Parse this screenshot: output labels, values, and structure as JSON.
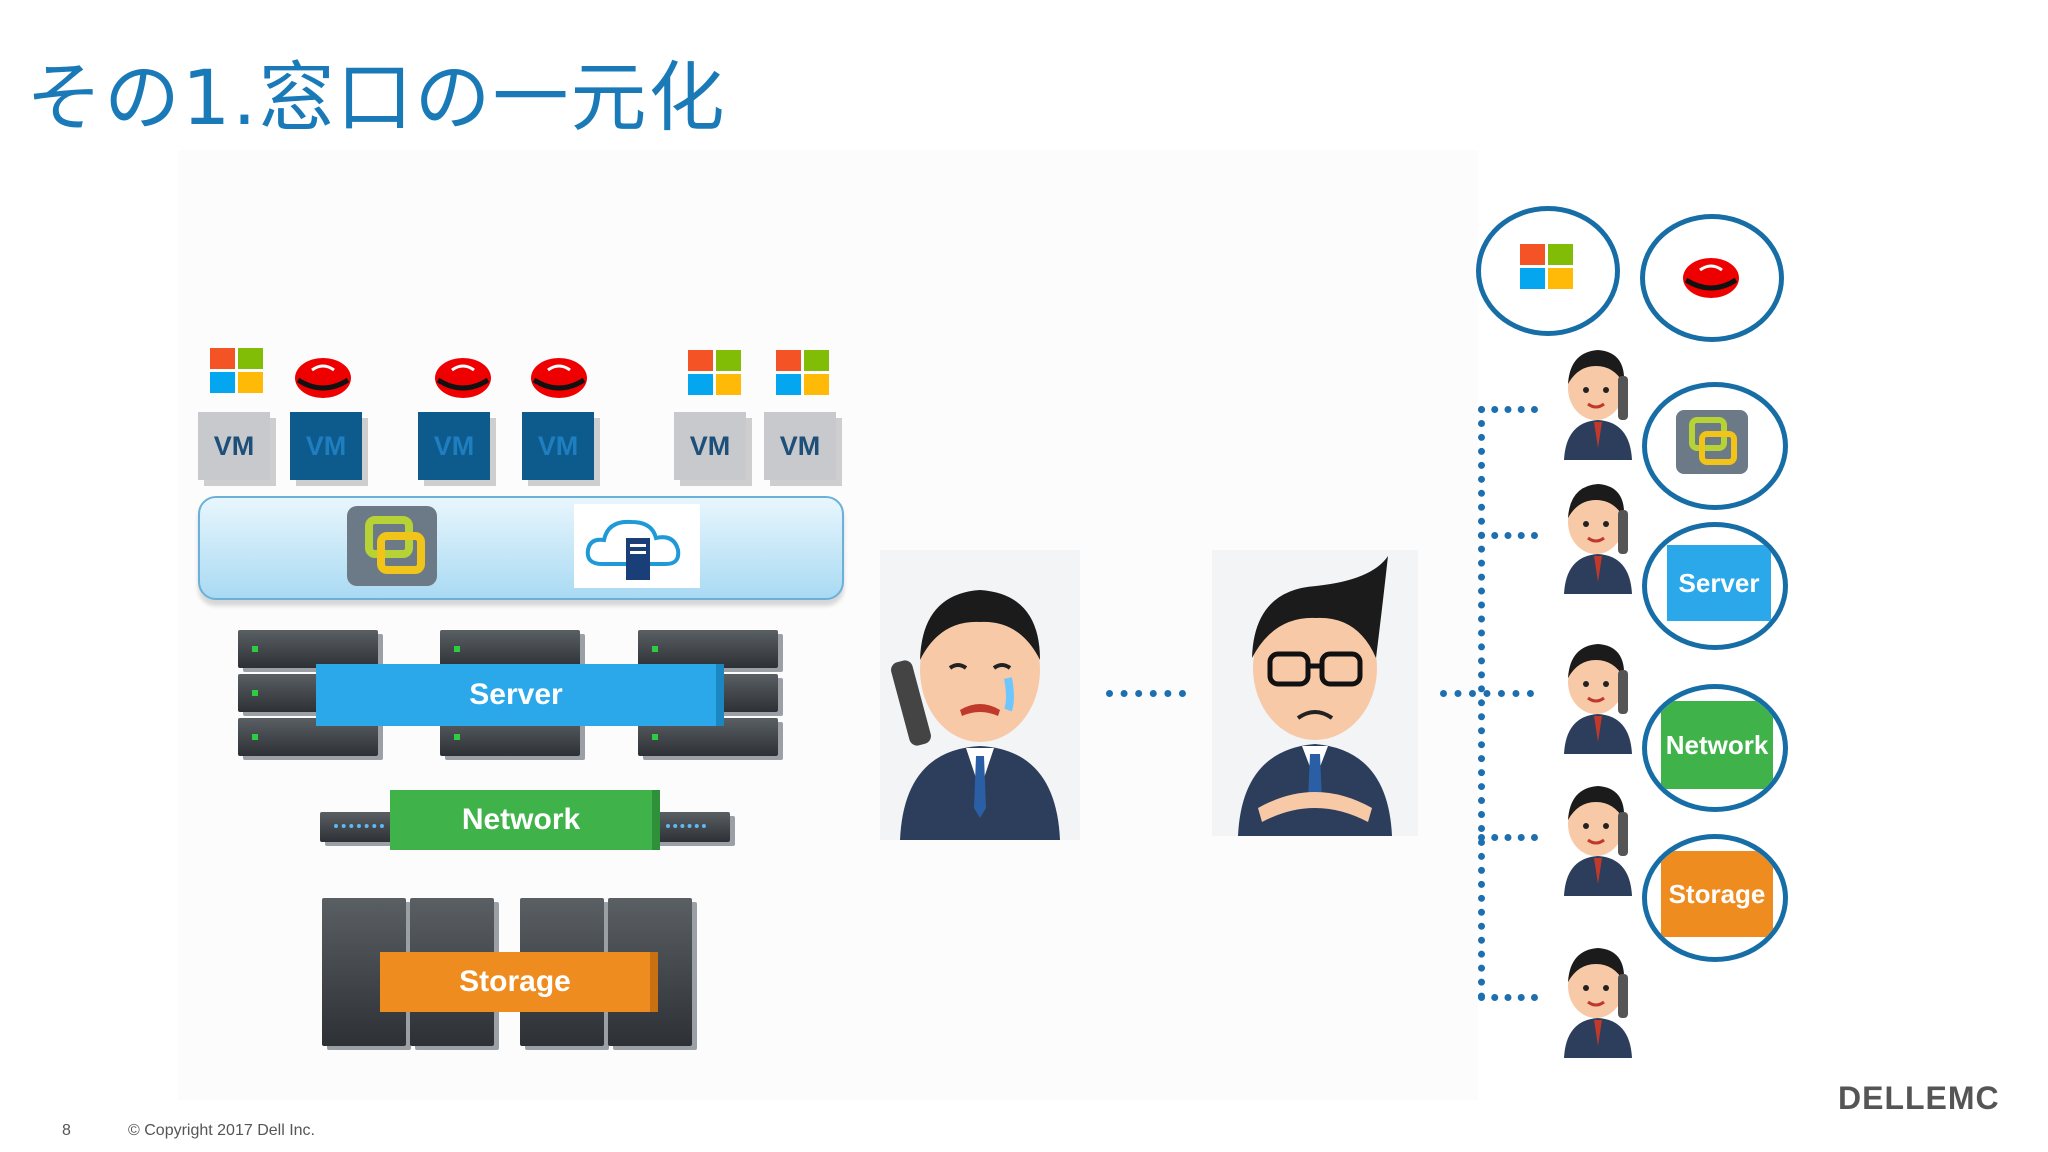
{
  "title": "その1.窓口の一元化",
  "vm_label": "VM",
  "layers": {
    "server": "Server",
    "network": "Network",
    "storage": "Storage"
  },
  "bubbles": {
    "server": "Server",
    "network": "Network",
    "storage": "Storage"
  },
  "footer": {
    "page_number": "8",
    "copyright": "© Copyright 2017 Dell Inc.",
    "logo": "DELLEMC"
  },
  "colors": {
    "title": "#1a7ab8",
    "server": "#2aa8ea",
    "network": "#3fb34a",
    "storage": "#ef8c1f",
    "connector": "#1e6fb0"
  }
}
